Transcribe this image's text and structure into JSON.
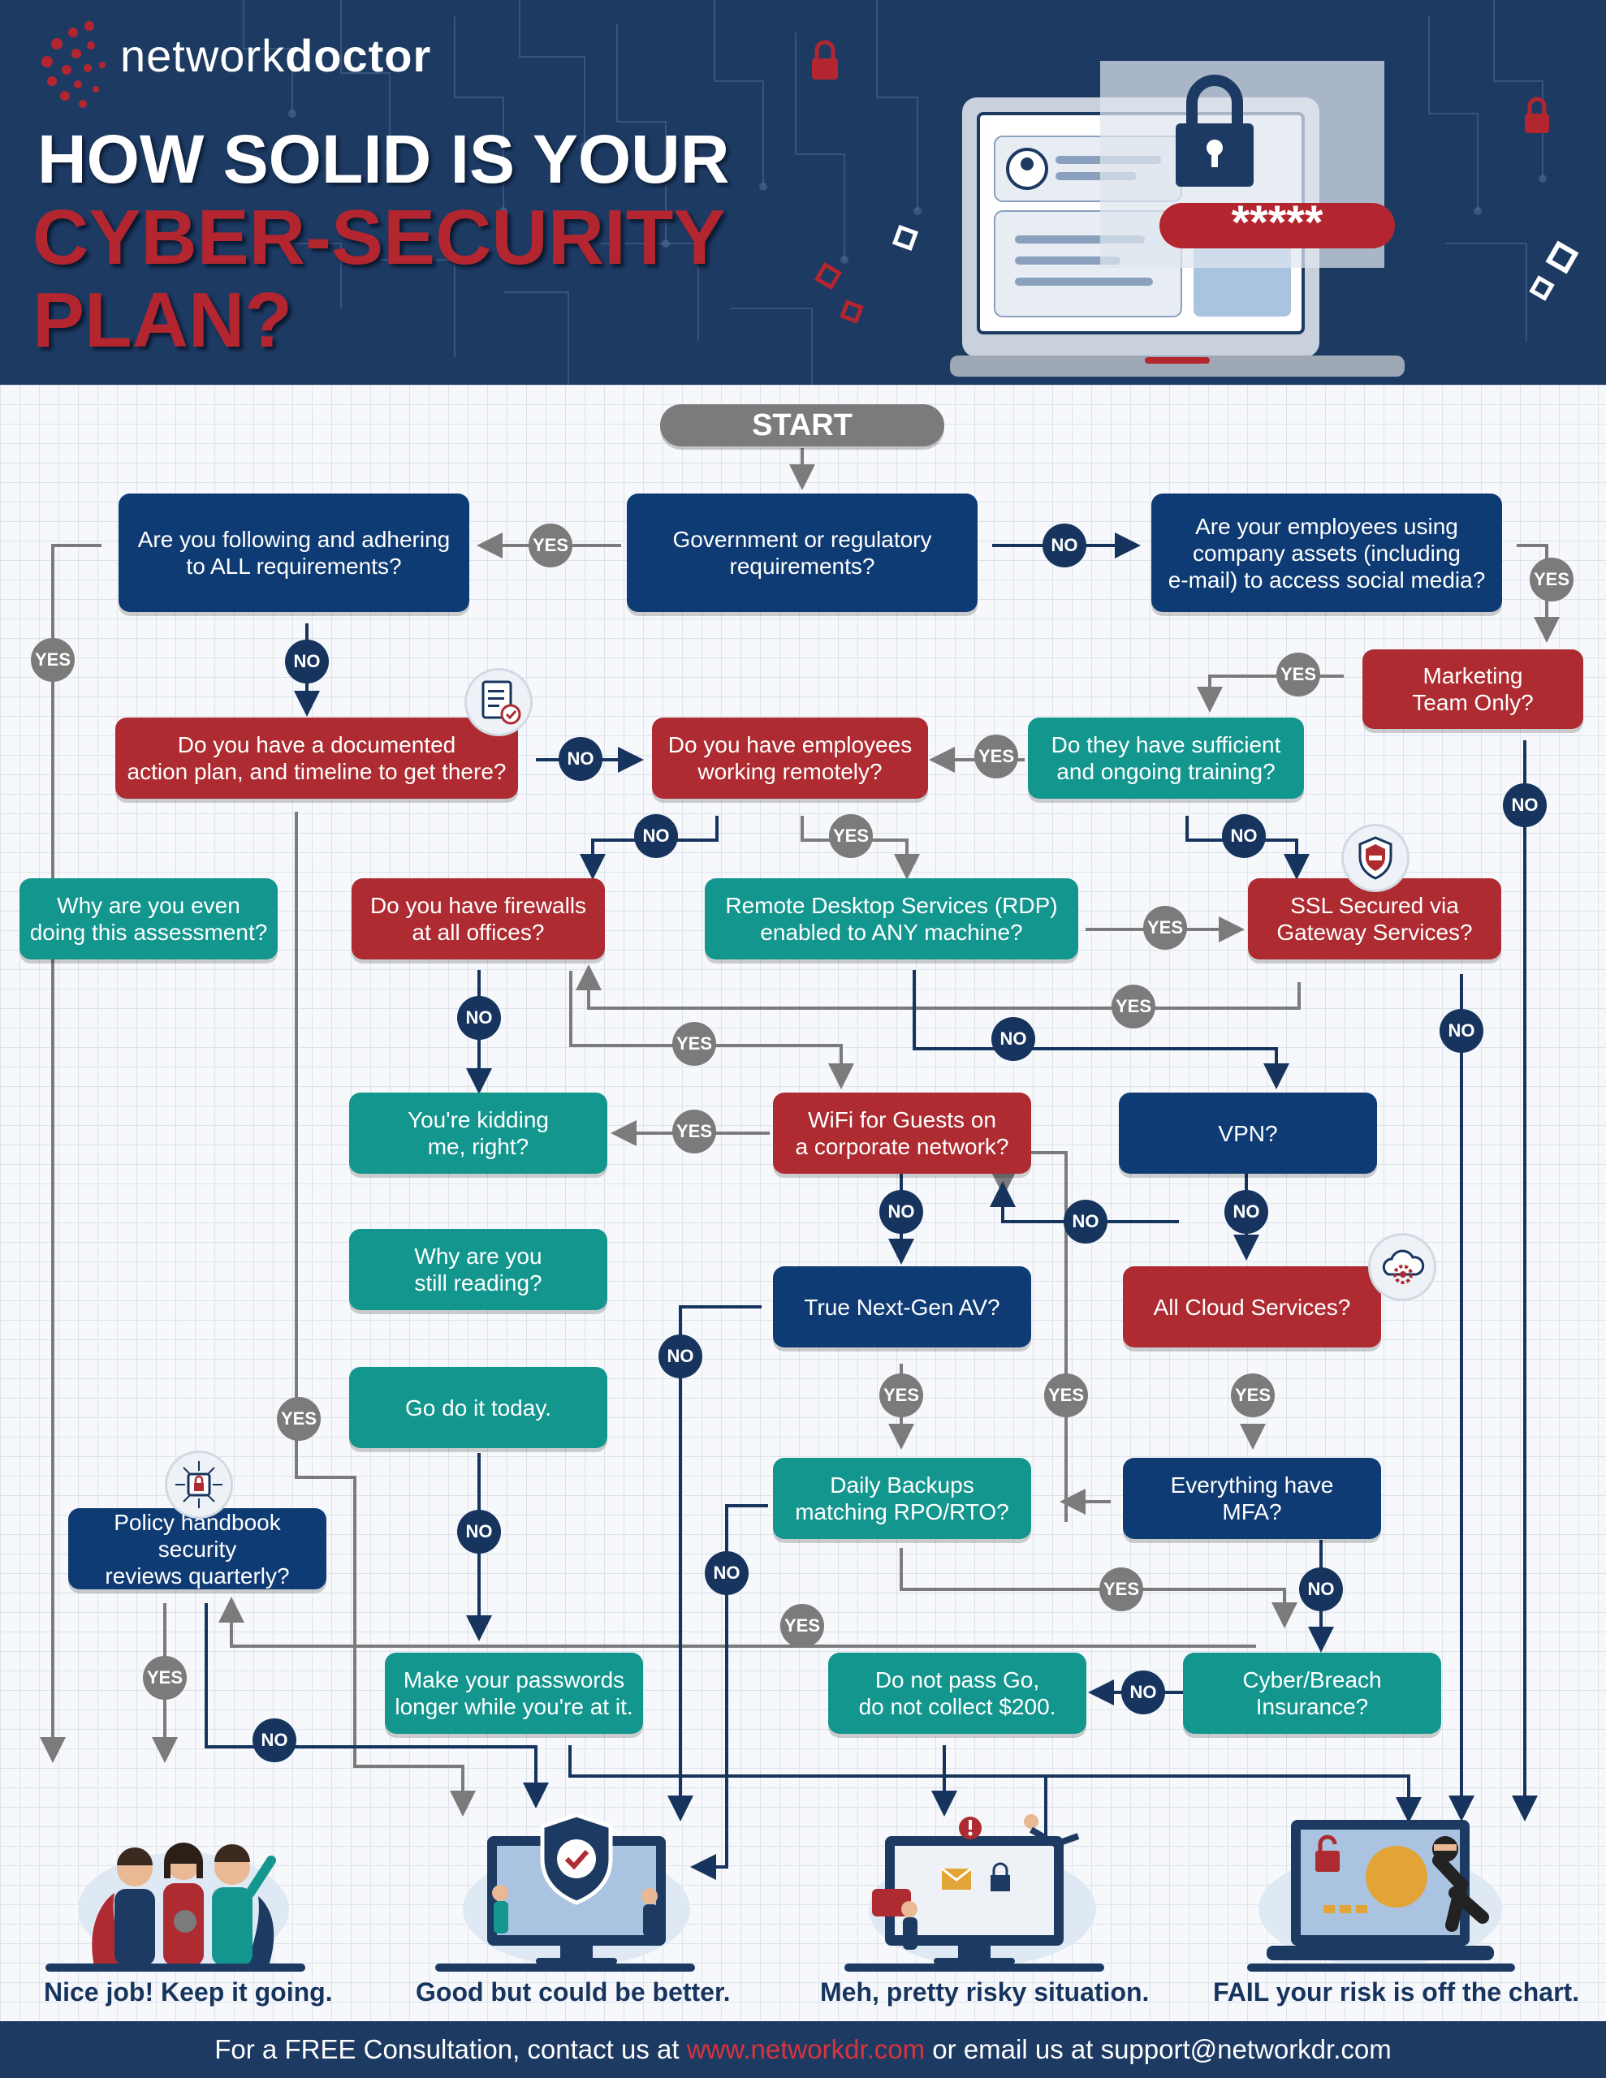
{
  "header": {
    "brand_light": "network",
    "brand_bold": "doctor",
    "title_line1": "HOW SOLID IS YOUR",
    "title_line2": "CYBER-SECURITY",
    "title_line3": "PLAN?",
    "password_mask": "*****"
  },
  "nodes": {
    "start": "START",
    "gov": "Government or regulatory\nrequirements?",
    "adhering": "Are you following and adhering\nto ALL requirements?",
    "employees_social": "Are your employees using\ncompany assets (including\ne-mail) to access social media?",
    "marketing": "Marketing\nTeam Only?",
    "action_plan": "Do you have a documented\naction plan, and timeline to get there?",
    "remote": "Do you have employees\nworking remotely?",
    "training": "Do they have sufficient\nand ongoing training?",
    "why_assessment": "Why are you even\ndoing this assessment?",
    "firewalls": "Do you have firewalls\nat all offices?",
    "rdp": "Remote Desktop Services (RDP)\nenabled to ANY machine?",
    "ssl": "SSL Secured via\nGateway Services?",
    "kidding": "You're kidding\nme, right?",
    "wifi": "WiFi for Guests on\na corporate network?",
    "vpn": "VPN?",
    "still_reading": "Why are you\nstill reading?",
    "nextgen_av": "True Next-Gen AV?",
    "cloud": "All Cloud Services?",
    "do_it_today": "Go do it today.",
    "policy": "Policy handbook security\nreviews quarterly?",
    "backups": "Daily Backups\nmatching RPO/RTO?",
    "mfa": "Everything have\nMFA?",
    "passwords": "Make your passwords\nlonger while you're at it.",
    "do_not_pass": "Do not pass Go,\ndo not collect $200.",
    "insurance": "Cyber/Breach\nInsurance?"
  },
  "labels": {
    "yes": "YES",
    "no": "NO"
  },
  "outcomes": {
    "nice": "Nice job! Keep it going.",
    "good": "Good but could be better.",
    "meh": "Meh, pretty risky situation.",
    "fail": "FAIL your risk is off the chart."
  },
  "footer": {
    "prefix": "For a FREE Consultation, contact us at ",
    "website": "www.networkdr.com",
    "middle": " or email us at ",
    "email": "support@networkdr.com"
  },
  "icons": [
    "padlock-icon",
    "checklist-icon",
    "ssl-shield-icon",
    "cloud-gear-icon",
    "circuit-lock-icon",
    "shield-check-icon"
  ],
  "colors": {
    "navy": "#0f3b74",
    "red": "#ad2b31",
    "teal": "#13968e",
    "gray": "#7b7b7b",
    "header": "#1d3a63"
  }
}
